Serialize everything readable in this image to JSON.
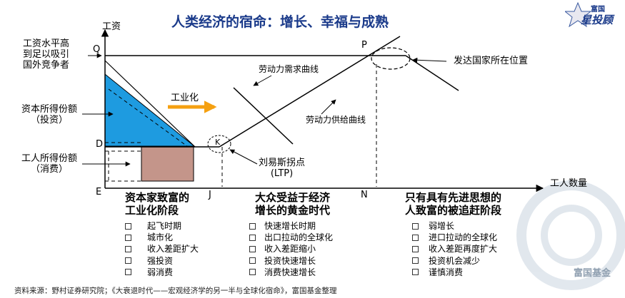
{
  "title": "人类经济的宿命：增长、幸福与成熟",
  "logo": {
    "top": "富国",
    "main": "星投顾"
  },
  "axes": {
    "y_label": "工资",
    "x_label": "工人数量"
  },
  "points": {
    "Q": "Q",
    "P": "P",
    "D": "D",
    "E": "E",
    "J": "J",
    "N": "N",
    "K": "K"
  },
  "left_labels": {
    "wage_threshold": [
      "工资水平高",
      "到足以吸引",
      "国外竞争者"
    ],
    "capital_share": [
      "资本所得份额",
      "（投资）"
    ],
    "labor_share": [
      "工人所得份额",
      "（消费）"
    ]
  },
  "annotations": {
    "industrialization": "工业化",
    "labor_demand": "劳动力需求曲线",
    "labor_supply": "劳动力供给曲线",
    "developed_position": "发达国家所在位置",
    "lewis_point": [
      "刘易斯拐点",
      "(LTP)"
    ]
  },
  "phases": [
    {
      "heading": [
        "资本家致富的",
        "工业化阶段"
      ],
      "items": [
        "起飞时期",
        "城市化",
        "收入差距扩大",
        "强投资",
        "弱消费"
      ]
    },
    {
      "heading": [
        "大众受益于经济",
        "增长的黄金时代"
      ],
      "items": [
        "快速增长时期",
        "出口拉动的全球化",
        "收入差距缩小",
        "投资快速增长",
        "消费快速增长"
      ]
    },
    {
      "heading": [
        "只有具有先进思想的",
        "人致富的被追赶阶段"
      ],
      "items": [
        "弱增长",
        "进口拉动的全球化",
        "收入差距再度扩大",
        "投资机会减少",
        "谨慎消费"
      ]
    }
  ],
  "source": "资料来源：野村证券研究院；《大衰退时代——宏观经济学的另一半与全球化宿命》，富国基金整理",
  "watermark": "富国基金",
  "colors": {
    "capital": "#1e9be0",
    "labor": "#c4958a",
    "arrow": "#f5a010",
    "title": "#1a3a8a"
  }
}
